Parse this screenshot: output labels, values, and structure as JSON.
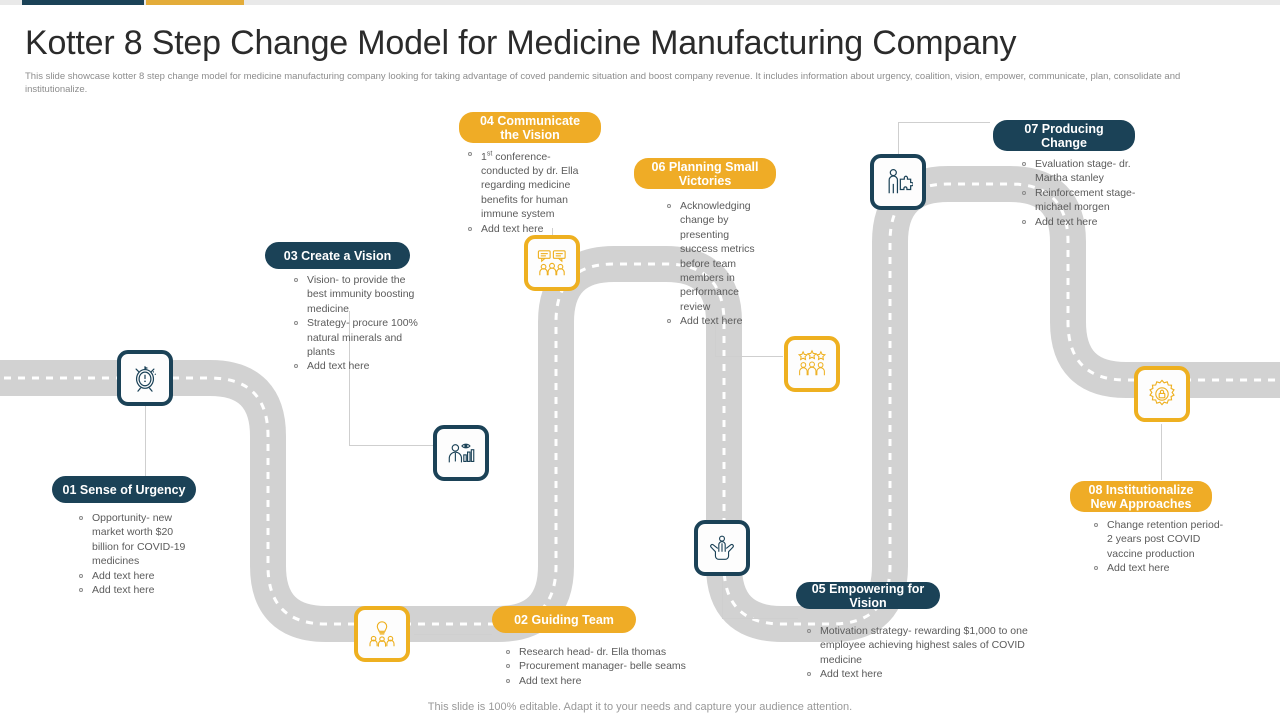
{
  "header": {
    "title": "Kotter 8 Step Change Model for Medicine Manufacturing Company",
    "subtitle": "This slide showcase kotter 8 step change model for medicine manufacturing company looking for taking advantage of coved pandemic situation and boost company revenue. It includes information about urgency, coalition, vision, empower, communicate, plan, consolidate and institutionalize."
  },
  "footer": {
    "note": "This slide is 100% editable. Adapt it to your  needs and capture your audience attention."
  },
  "colors": {
    "dark": "#1b4257",
    "gold": "#efac26",
    "road": "#d2d2d2",
    "text": "#5b5b5b"
  },
  "steps": [
    {
      "id": "01",
      "label": "01 Sense of Urgency",
      "theme": "dark",
      "icon": "alarm-clock-icon",
      "bullets": [
        "Opportunity- new market  worth $20 billion  for COVID-19 medicines",
        "Add text here",
        "Add text here"
      ]
    },
    {
      "id": "02",
      "label": "02 Guiding Team",
      "theme": "gold",
      "icon": "team-idea-icon",
      "bullets": [
        "Research head- dr. Ella  thomas",
        "Procurement manager- belle  seams",
        "Add text here"
      ]
    },
    {
      "id": "03",
      "label": "03 Create a Vision",
      "theme": "dark",
      "icon": "vision-person-chart-icon",
      "bullets": [
        "Vision- to provide the best immunity  boosting medicine",
        "Strategy- procure 100% natural minerals and plants",
        "Add text here"
      ]
    },
    {
      "id": "04",
      "label": "04 Communicate the Vision",
      "theme": "gold",
      "icon": "speech-bubbles-team-icon",
      "bullets": [
        "1st conference- conducted by dr. Ella regarding medicine benefits for human immune system",
        "Add text here"
      ]
    },
    {
      "id": "05",
      "label": "05 Empowering for Vision",
      "theme": "dark",
      "icon": "hands-supporting-person-icon",
      "bullets": [
        "Motivation  strategy- rewarding $1,000 to one employee achieving highest sales of COVID  medicine",
        "Add text here"
      ]
    },
    {
      "id": "06",
      "label": "06 Planning Small Victories",
      "theme": "gold",
      "icon": "team-stars-icon",
      "bullets": [
        "Acknowledging change by presenting success metrics before team members in performance review",
        "Add text here"
      ]
    },
    {
      "id": "07",
      "label": "07 Producing Change",
      "theme": "dark",
      "icon": "person-puzzle-icon",
      "bullets": [
        "Evaluation  stage- dr. Martha  stanley",
        "Reinforcement  stage- michael morgen",
        "Add text here"
      ]
    },
    {
      "id": "08",
      "label": "08 Institutionalize New Approaches",
      "theme": "gold",
      "icon": "gear-lock-icon",
      "bullets": [
        "Change  retention period-  2 years post COVID vaccine  production",
        "Add text here"
      ]
    }
  ]
}
